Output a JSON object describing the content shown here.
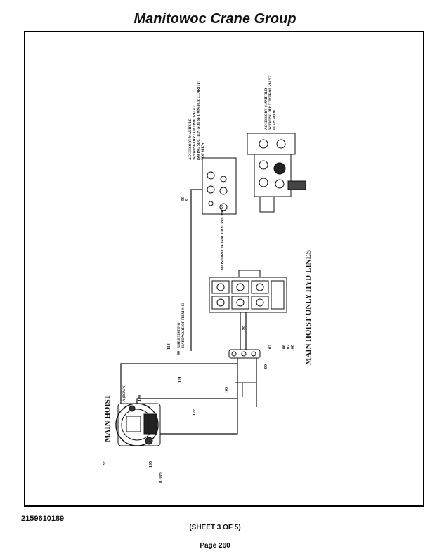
{
  "header": {
    "title": "Manitowoc Crane Group"
  },
  "footer": {
    "doc_number": "2159610189",
    "sheet": "(SHEET 3 OF 5)",
    "page": "Page 260"
  },
  "diagram": {
    "title": "MAIN HOIST ONLY HYD LINES",
    "main_hoist_label": "MAIN HOIST",
    "port_a": "A (DOWN)",
    "port_b": "B (UP)",
    "main_valve_label": "MAIN DIRECTIONAL CONTROL VALVE",
    "acc_top_label_1": "ACCESSORY MANIFOLD",
    "acc_top_label_2": "W/SWING DIR CONTROL VALVE",
    "acc_top_label_3": "(SWING SECTION NOT SHOWN FOR CLARITY)",
    "acc_top_label_4": "TOP VIEW",
    "acc_plan_label_1": "ACCESSORY MANIFOLD",
    "acc_plan_label_2": "W/SWING DIR CONTROL VALVE",
    "acc_plan_label_3": "PLAN VIEW",
    "bulkhead_label_1": "USE EXISTING",
    "bulkhead_label_2": "HARDWARE OF ITEM #103",
    "item_95": "95",
    "item_104": "104",
    "item_105": "105",
    "item_118": "118",
    "item_121": "121",
    "item_122": "122",
    "item_103": "103",
    "item_99": "99",
    "item_98": "98",
    "item_102": "102",
    "item_106": "106",
    "item_107": "107",
    "item_108": "108",
    "item_90": "90",
    "item_59": "59",
    "item_9": "9"
  }
}
